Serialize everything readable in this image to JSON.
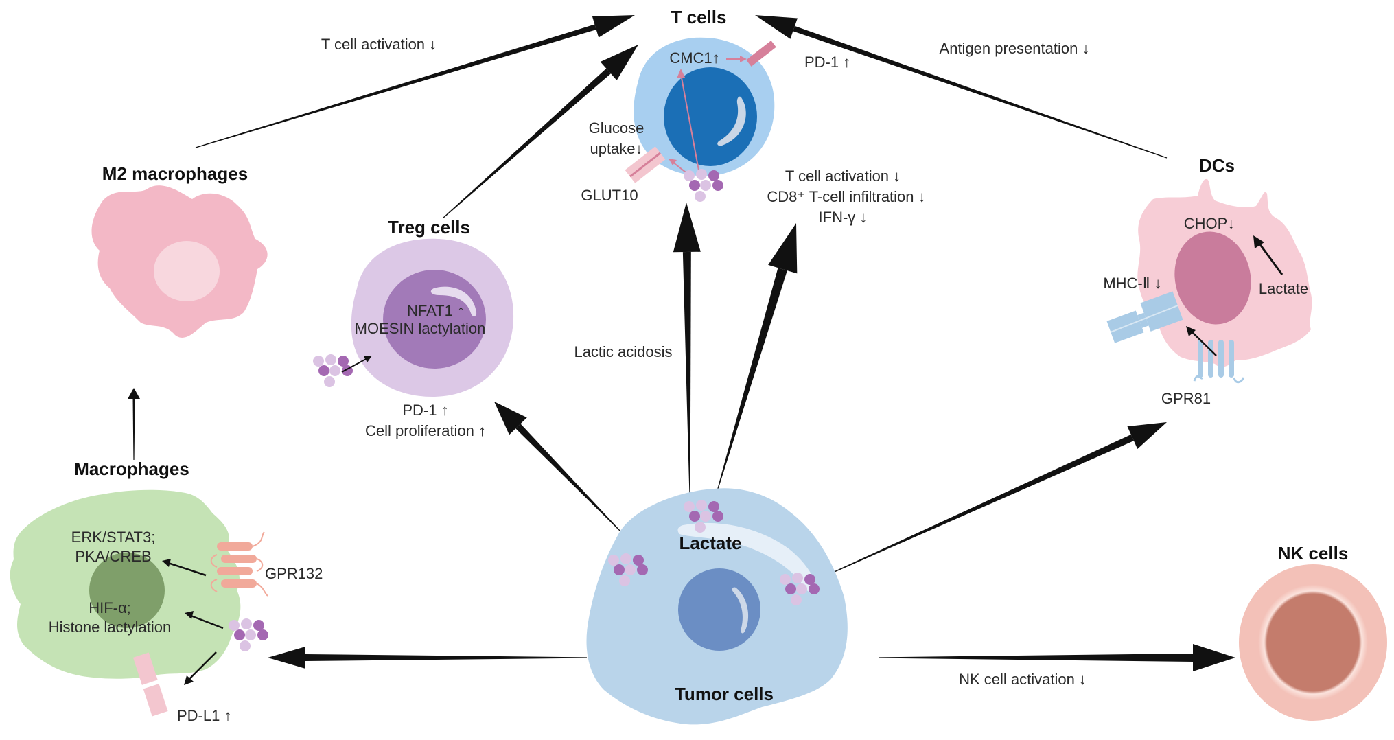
{
  "figure": {
    "colors": {
      "tumor_cell": "#b9d4ea",
      "tumor_nucleus": "#6b8ec4",
      "t_cell_outer": "#a8cff0",
      "t_cell_nucleus": "#1b6fb6",
      "treg_outer": "#dcc8e6",
      "treg_nucleus": "#a27ab8",
      "m2_macrophage": "#f3b8c6",
      "m2_nucleus": "#f8d7de",
      "macrophage": "#c5e3b5",
      "macrophage_nucleus": "#7f9f6a",
      "dc": "#f7cdd6",
      "dc_nucleus": "#c97c9c",
      "nk_outer": "#f3c1b8",
      "nk_nucleus": "#c47c6c",
      "lactate_dark": "#a468b2",
      "lactate_light": "#dbc3e3",
      "arrow": "#111111",
      "receptor_pink": "#f3c6cf",
      "receptor_salmon": "#f1a99a",
      "receptor_blue": "#a9cbe6"
    }
  },
  "cells": {
    "t_cells": {
      "title": "T cells",
      "cmc1": "CMC1↑",
      "pd1": "PD-1 ↑",
      "glucose_line1": "Glucose",
      "glucose_line2": "uptake↓",
      "glut10": "GLUT10",
      "effects": [
        "T cell activation ↓",
        "CD8⁺ T-cell infiltration ↓",
        "IFN-γ ↓"
      ]
    },
    "m2_macrophages": {
      "title": "M2 macrophages"
    },
    "treg_cells": {
      "title": "Treg cells",
      "inner": [
        "NFAT1 ↑",
        "MOESIN lactylation"
      ],
      "effects": [
        "PD-1 ↑",
        "Cell proliferation ↑"
      ]
    },
    "dcs": {
      "title": "DCs",
      "chop": "CHOP↓",
      "lactate": "Lactate",
      "mhc2": "MHC-Ⅱ ↓",
      "gpr81": "GPR81"
    },
    "macrophages": {
      "title": "Macrophages",
      "pathway1": [
        "ERK/STAT3;",
        "PKA/CREB"
      ],
      "pathway2": [
        "HIF-α;",
        "Histone lactylation"
      ],
      "gpr132": "GPR132",
      "pdl1": "PD-L1 ↑"
    },
    "tumor_cells": {
      "title": "Tumor cells",
      "lactate": "Lactate"
    },
    "nk_cells": {
      "title": "NK cells"
    }
  },
  "edges": {
    "m2_to_t": "T cell activation ↓",
    "dc_to_t": "Antigen presentation ↓",
    "tumor_to_t": "Lactic acidosis",
    "tumor_to_nk": "NK cell activation ↓"
  }
}
